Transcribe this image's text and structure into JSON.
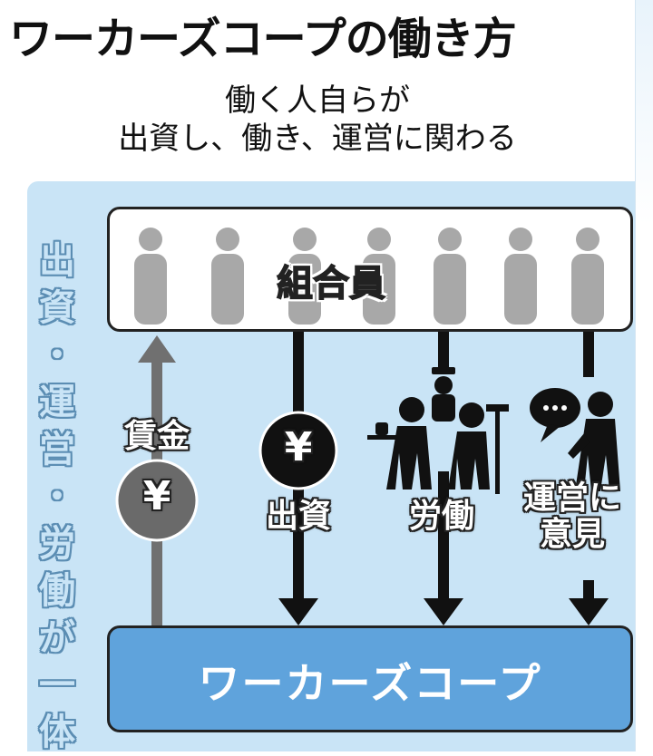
{
  "title": "ワーカーズコープの働き方",
  "subtitle": {
    "line1": "働く人自らが",
    "line2": "出資し、働き、運営に関わる"
  },
  "members_label": "組合員",
  "side_label": [
    "出",
    "資",
    "・",
    "運",
    "営",
    "・",
    "労",
    "働",
    "が",
    "一",
    "体"
  ],
  "coop_label": "ワーカーズコープ",
  "flows": {
    "wage_label": "賃金",
    "wage_symbol": "¥",
    "investment_label": "出資",
    "investment_symbol": "¥",
    "labor_label": "労働",
    "opinion_label": [
      "運営に",
      "意見"
    ]
  },
  "colors": {
    "panel": "#c9e4f6",
    "coop_box": "#5fa3dc",
    "person": "#a8a8a8",
    "wage_arrow": "#707070"
  }
}
